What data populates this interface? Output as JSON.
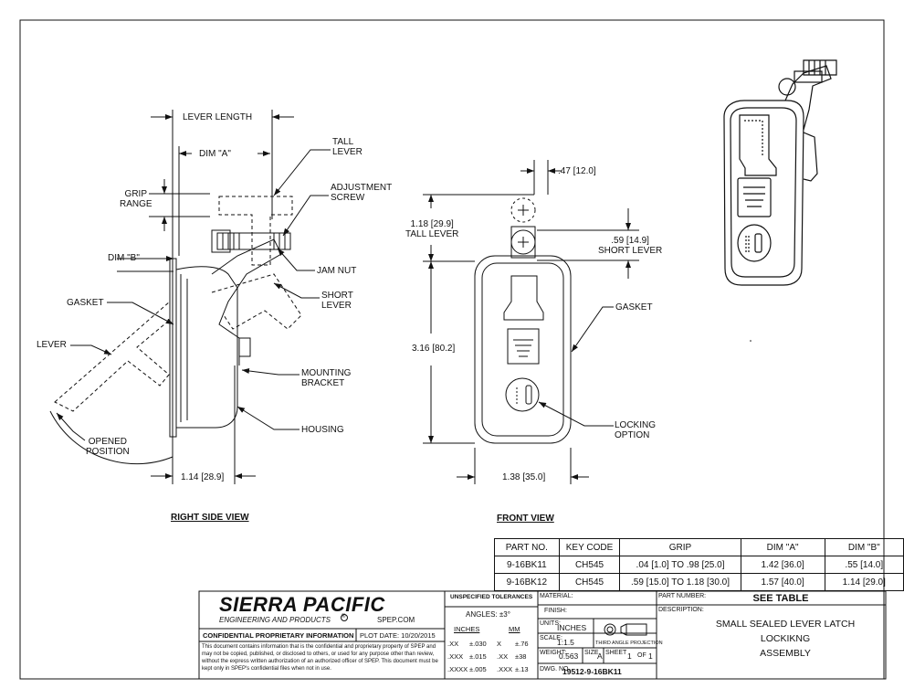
{
  "side_view": {
    "title": "RIGHT SIDE VIEW",
    "labels": {
      "lever_length": "LEVER LENGTH",
      "dim_a": "DIM \"A\"",
      "tall_lever": "TALL\nLEVER",
      "grip_range": "GRIP\nRANGE",
      "adjustment_screw": "ADJUSTMENT\nSCREW",
      "dim_b": "DIM \"B\"",
      "jam_nut": "JAM NUT",
      "gasket": "GASKET",
      "short_lever": "SHORT\nLEVER",
      "lever": "LEVER",
      "mounting_bracket": "MOUNTING\nBRACKET",
      "housing": "HOUSING",
      "opened_position": "OPENED\nPOSITION",
      "width_dim": "1.14 [28.9]"
    }
  },
  "front_view": {
    "title": "FRONT VIEW",
    "labels": {
      "offset_dim": ".47 [12.0]",
      "tall_lever_dim": "1.18 [29.9]\nTALL LEVER",
      "short_lever_dim": ".59 [14.9]\nSHORT LEVER",
      "gasket": "GASKET",
      "height_dim": "3.16 [80.2]",
      "locking_option": "LOCKING\nOPTION",
      "width_dim": "1.38 [35.0]"
    }
  },
  "parts_table": {
    "headers": [
      "PART NO.",
      "KEY CODE",
      "GRIP",
      "DIM \"A\"",
      "DIM \"B\""
    ],
    "rows": [
      [
        "9-16BK11",
        "CH545",
        ".04 [1.0] TO .98 [25.0]",
        "1.42 [36.0]",
        ".55 [14.0]"
      ],
      [
        "9-16BK12",
        "CH545",
        ".59 [15.0] TO 1.18 [30.0]",
        "1.57 [40.0]",
        "1.14 [29.0]"
      ]
    ]
  },
  "title_block": {
    "company": "SIERRA PACIFIC",
    "company_sub": "ENGINEERING AND PRODUCTS",
    "registered": "®",
    "website": "SPEP.COM",
    "confidential_header": "CONFIDENTIAL PROPRIETARY INFORMATION",
    "plot_date": "PLOT DATE: 10/20/2015",
    "confidential_text": "This document contains information that is the confidential and proprietary property of SPEP and may not be copied, published, or disclosed to others, or used for any purpose other than review, without the express written authorization of an authorized officer of SPEP. This document must be kept only in SPEP's confidential files when not in use.",
    "tolerances_header": "UNSPECIFIED TOLERANCES",
    "angles": "ANGLES: ±3°",
    "inches_label": "INCHES",
    "mm_label": "MM",
    "tol_rows": [
      [
        ".XX",
        "±.030",
        "X",
        "±.76"
      ],
      [
        ".XXX",
        "±.015",
        ".XX",
        "±38"
      ],
      [
        ".XXXX",
        "±.005",
        ".XXX",
        "±.13"
      ]
    ],
    "material_label": "MATERIAL:",
    "finish_label": "FINISH:",
    "units_label": "UNITS:",
    "units_value": "INCHES",
    "scale_label": "SCALE:",
    "scale_value": "1:1.5",
    "projection_label": "THIRD ANGLE PROJECTION",
    "weight_label": "WEIGHT:",
    "weight_value": "0.563",
    "size_label": "SIZE",
    "size_value": "A",
    "sheet_label": "SHEET",
    "sheet_value": "1",
    "of_label": "OF",
    "sheet_total": "1",
    "dwg_label": "DWG. NO.",
    "dwg_value": "19512-9-16BK11",
    "part_number_label": "PART NUMBER:",
    "part_number_value": "SEE TABLE",
    "description_label": "DESCRIPTION:",
    "description_lines": [
      "SMALL SEALED LEVER LATCH",
      "LOCKIKNG",
      "ASSEMBLY"
    ]
  }
}
